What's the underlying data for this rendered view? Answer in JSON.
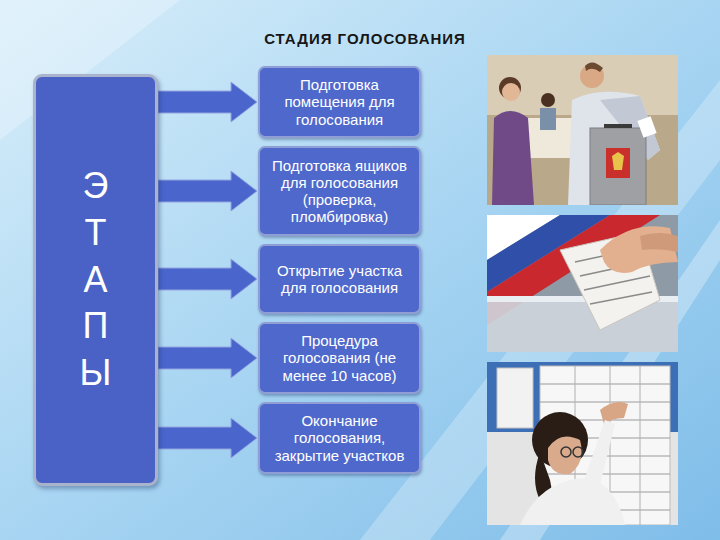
{
  "diagram": {
    "title": "СТАДИЯ ГОЛОСОВАНИЯ",
    "nodes": [
      {
        "text": [
          "Э Т А П Ы"
        ]
      },
      {
        "text": [
          "Подготовка помещения для голосования"
        ]
      },
      {
        "text": [
          "Подготовка ящиков для голосования (проверка, пломбировка)"
        ]
      },
      {
        "text": [
          "Открытие участка для голосования"
        ]
      },
      {
        "text": [
          "Процедура голосования (не менее 10 часов)"
        ]
      },
      {
        "text": [
          "Окончание голосования, закрытие участков"
        ]
      }
    ],
    "edges": [
      {
        "from": 0,
        "to": 1,
        "arrow": "to"
      },
      {
        "from": 0,
        "to": 2,
        "arrow": "to"
      },
      {
        "from": 0,
        "to": 3,
        "arrow": "to"
      },
      {
        "from": 0,
        "to": 4,
        "arrow": "to"
      },
      {
        "from": 0,
        "to": 5,
        "arrow": "to"
      }
    ]
  }
}
